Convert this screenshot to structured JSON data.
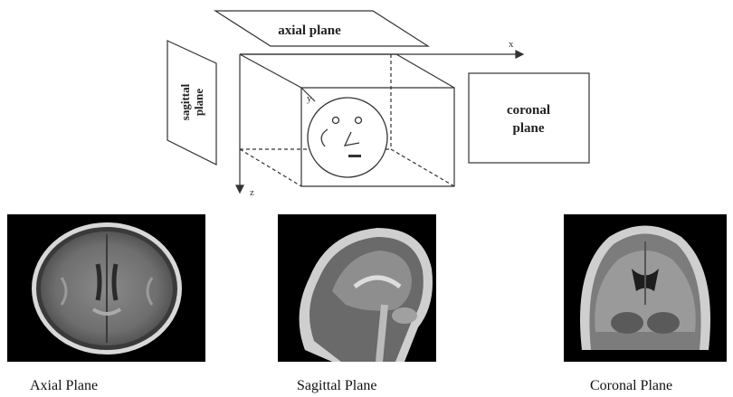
{
  "diagram": {
    "axial_plane_label": "axial plane",
    "sagittal_plane_label": "sagittal plane",
    "coronal_plane_label": "coronal plane",
    "x_axis_label": "x",
    "z_axis_label": "z",
    "y_axis_label": "y"
  },
  "scans": [
    {
      "name": "axial",
      "caption": "Axial Plane"
    },
    {
      "name": "sagittal",
      "caption": "Sagittal Plane"
    },
    {
      "name": "coronal",
      "caption": "Coronal Plane"
    }
  ]
}
